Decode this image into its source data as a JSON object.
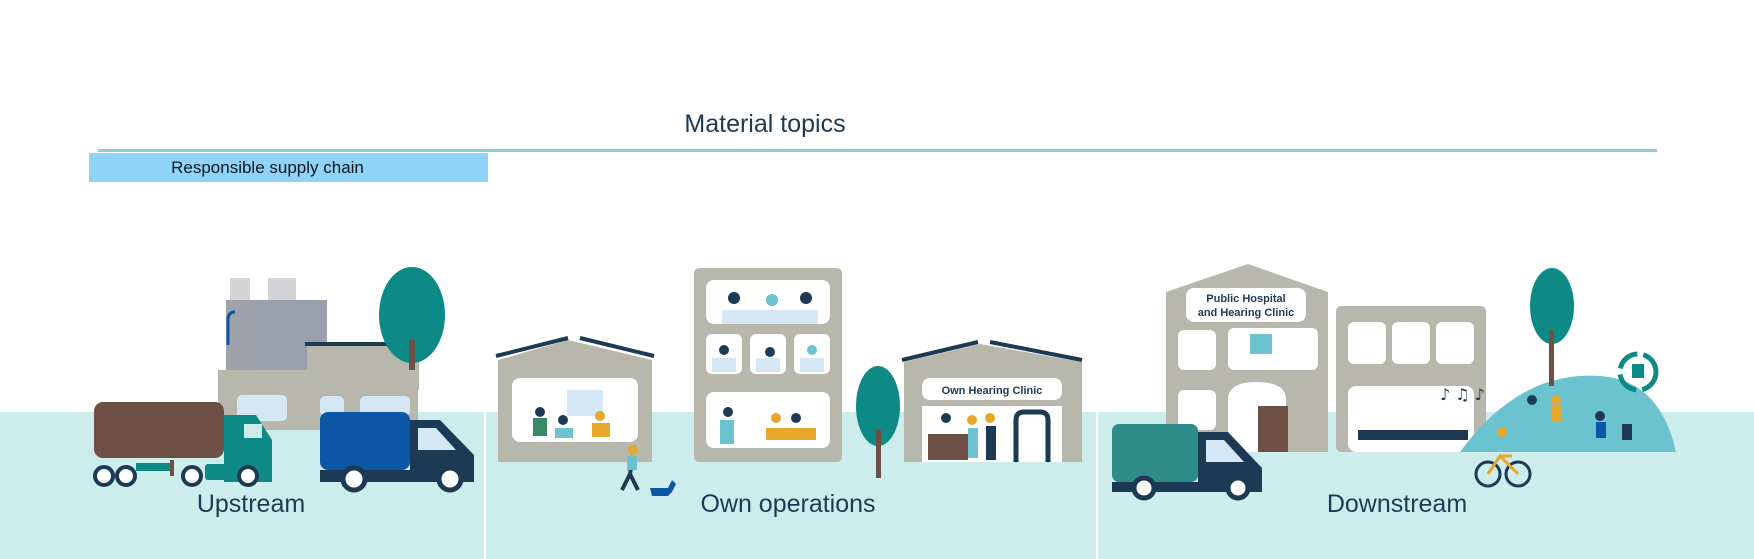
{
  "header": {
    "title": "Material topics"
  },
  "topics": [
    {
      "label": "Responsible supply chain"
    }
  ],
  "stages": [
    {
      "label": "Upstream"
    },
    {
      "label": "Own operations"
    },
    {
      "label": "Downstream"
    }
  ],
  "buildings": {
    "clinic_sign": "Own Hearing Clinic",
    "hospital_sign_line1": "Public Hospital",
    "hospital_sign_line2": "and Hearing Clinic"
  },
  "colors": {
    "title": "#1d3a55",
    "rule": "#8ecbd2",
    "topic_bar": "#8fd3f8",
    "ground": "#cdecec",
    "teal": "#0e8a86",
    "building": "#b7b7ac",
    "navy": "#1d3a55",
    "blue_truck": "#0b57a6",
    "brown_trailer": "#6e4f44"
  },
  "icons": [
    "recycle-icon",
    "tree-icon",
    "truck-icon",
    "factory-icon",
    "bicycle-icon",
    "dog-icon",
    "music-notes-icon"
  ]
}
